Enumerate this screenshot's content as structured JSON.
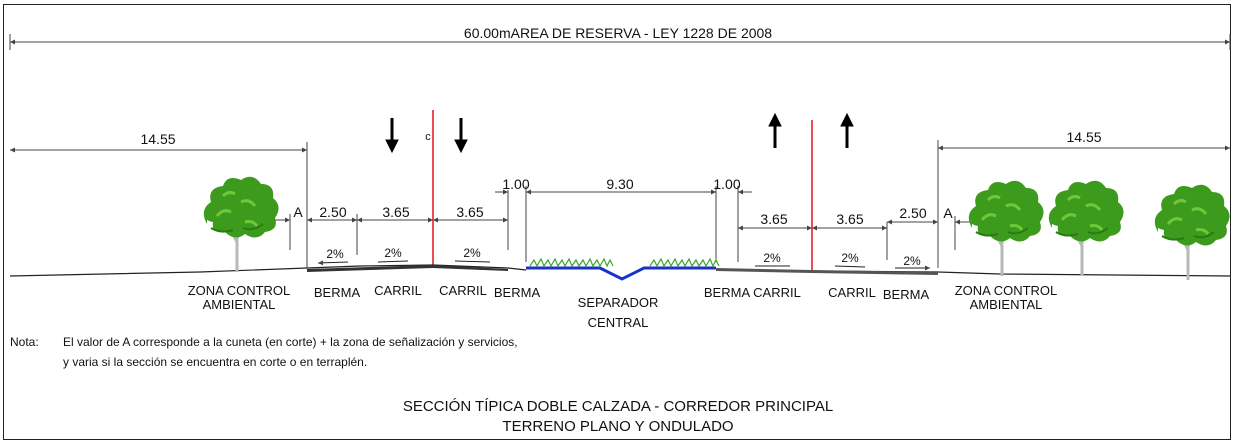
{
  "header": {
    "total_width": "60.00m",
    "reserve_label": "AREA DE RESERVA - LEY 1228 DE 2008"
  },
  "dimensions": {
    "left_zone": "14.55",
    "right_zone": "14.55",
    "a_left": "A",
    "a_right": "A",
    "berma_left": "2.50",
    "carril_left_1": "3.65",
    "carril_left_2": "3.65",
    "offset_left": "1.00",
    "separador": "9.30",
    "offset_right": "1.00",
    "carril_right_1": "3.65",
    "carril_right_2": "3.65",
    "berma_right": "2.50"
  },
  "slopes": {
    "berma_left": "2%",
    "carril_left_1": "2%",
    "carril_left_2": "2%",
    "carril_right_1": "2%",
    "carril_right_2": "2%",
    "berma_right": "2%"
  },
  "labels": {
    "zona_left_1": "ZONA CONTROL",
    "zona_left_2": "AMBIENTAL",
    "berma_l": "BERMA",
    "carril_l1": "CARRIL",
    "carril_l2": "CARRIL",
    "berma_l2": "BERMA",
    "separador_1": "SEPARADOR",
    "separador_2": "CENTRAL",
    "berma_r1": "BERMA",
    "carril_r1": "CARRIL",
    "carril_r2": "CARRIL",
    "berma_r2": "BERMA",
    "zona_right_1": "ZONA CONTROL",
    "zona_right_2": "AMBIENTAL"
  },
  "centerline_mark": "c",
  "note": {
    "prefix": "Nota:",
    "line1": "El valor de A corresponde a la cuneta (en corte) + la zona de señalización y servicios,",
    "line2": "y varia si la sección se encuentra en corte o en terraplén."
  },
  "title": {
    "line1": "SECCIÓN TÍPICA DOBLE CALZADA - CORREDOR PRINCIPAL",
    "line2": "TERRENO PLANO Y ONDULADO"
  },
  "colors": {
    "centerline": "#e0141e",
    "foliage": "#3c9a1c",
    "trunk": "#b8b8b8",
    "ditch": "#1a32c8",
    "grass": "#3fa52a"
  }
}
